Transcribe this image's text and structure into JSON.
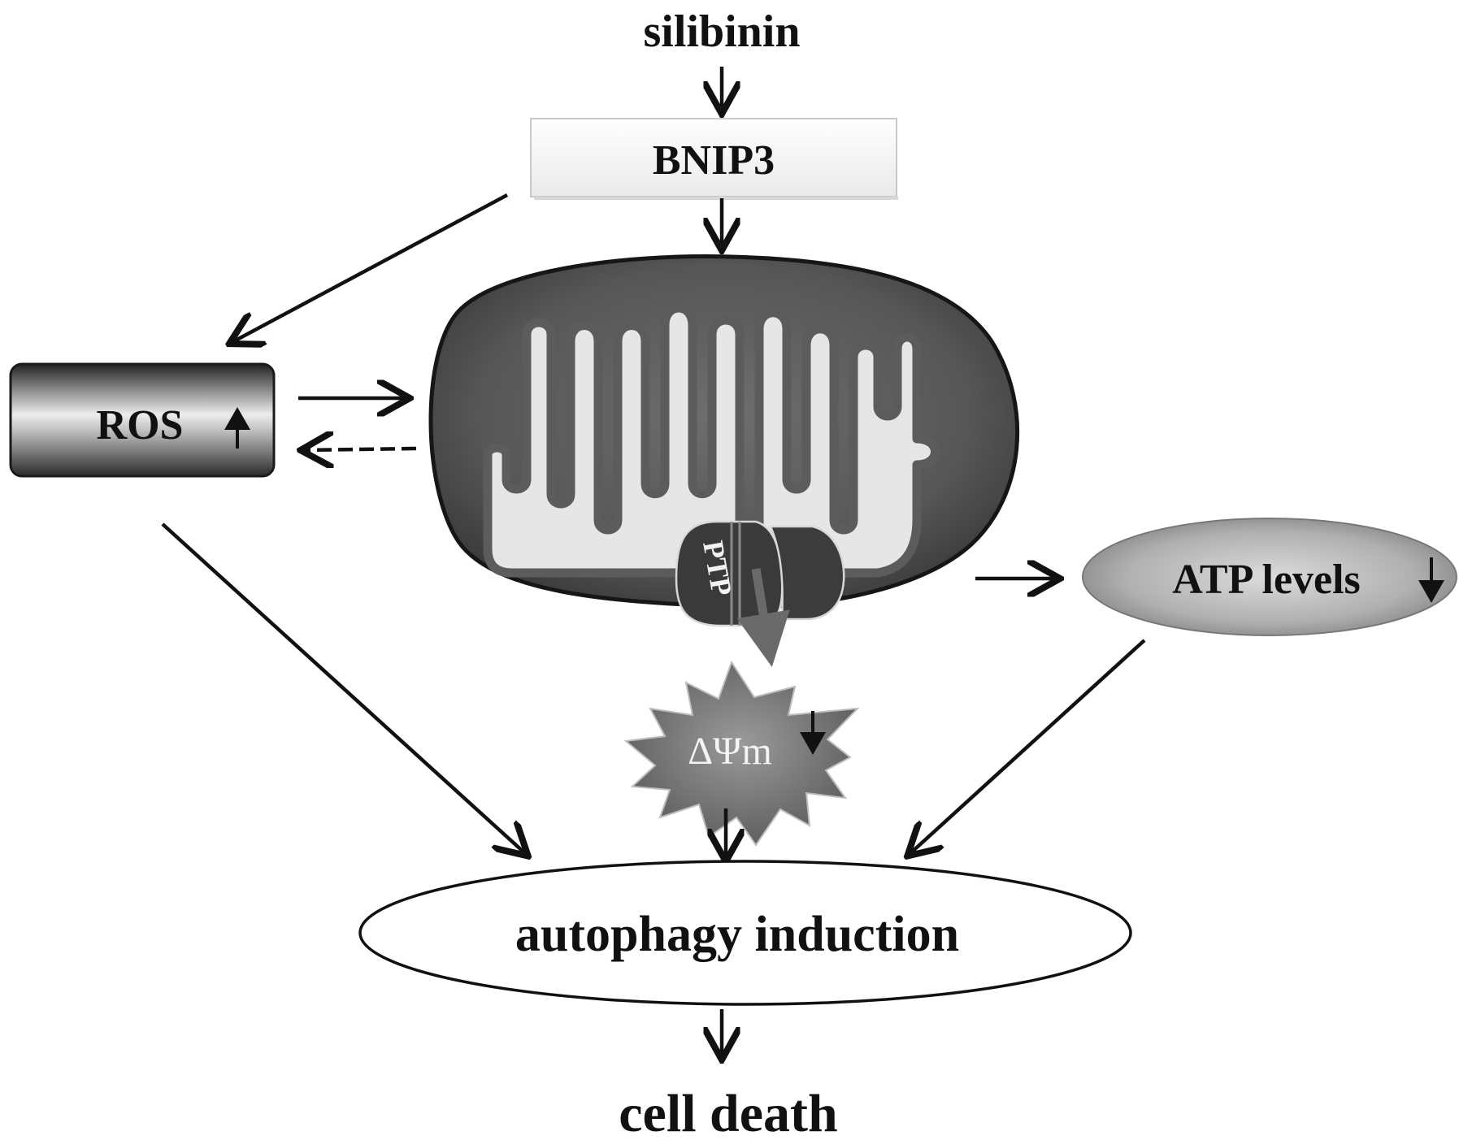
{
  "nodes": {
    "silibinin": "silibinin",
    "bnip3": "BNIP3",
    "ros": "ROS",
    "ptp": "PTP",
    "atp": "ATP levels",
    "delta_psi": "ΔΨm",
    "autophagy": "autophagy induction",
    "cell_death": "cell death"
  },
  "indicators": {
    "ros": "up",
    "atp": "down",
    "delta_psi": "down"
  },
  "edges": [
    {
      "from": "silibinin",
      "to": "bnip3",
      "style": "solid"
    },
    {
      "from": "bnip3",
      "to": "mitochondrion",
      "style": "solid"
    },
    {
      "from": "bnip3",
      "to": "ros",
      "style": "solid"
    },
    {
      "from": "ros",
      "to": "mitochondrion",
      "style": "solid"
    },
    {
      "from": "mitochondrion",
      "to": "ros",
      "style": "dashed"
    },
    {
      "from": "mitochondrion",
      "to": "atp",
      "style": "solid"
    },
    {
      "from": "ptp",
      "to": "delta_psi",
      "style": "solid"
    },
    {
      "from": "ros",
      "to": "autophagy",
      "style": "solid"
    },
    {
      "from": "delta_psi",
      "to": "autophagy",
      "style": "solid"
    },
    {
      "from": "atp",
      "to": "autophagy",
      "style": "solid"
    },
    {
      "from": "autophagy",
      "to": "cell_death",
      "style": "solid"
    }
  ],
  "colors": {
    "ink": "#111111",
    "mito_outer": "#3a3a3a",
    "mito_inner": "#e6e6e6",
    "ptp_arrow": "#6a6a6a"
  }
}
